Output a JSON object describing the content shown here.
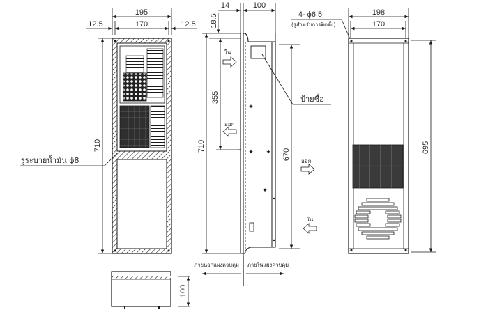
{
  "diagram": {
    "type": "technical-dimension-drawing",
    "line_color": "#1a1a1a",
    "text_color": "#2b2b2b",
    "front_view": {
      "dims": {
        "overall_width": "195",
        "inner_width": "170",
        "left_margin": "12.5",
        "right_margin": "12.5",
        "height": "710"
      },
      "drain_label": "รูระบายน้ำมัน ϕ8"
    },
    "side_view": {
      "dims": {
        "flange": "14",
        "depth": "100",
        "top_offset": "18.5",
        "upper_section": "355",
        "overall_height": "710",
        "inner_height": "670"
      },
      "nameplate_label": "ป้ายชื่อ",
      "airflow": {
        "inside_in": "ใน",
        "inside_out": "ออก",
        "outside_out": "ออก",
        "outside_in": "ใน"
      },
      "region_outside": "ภายนอกแผงควบคุม",
      "region_inside": "ภายในแผงควบคุม"
    },
    "rear_view": {
      "dims": {
        "overall_width": "198",
        "hole_pitch": "170",
        "height": "695"
      },
      "mount_hole_label": "4- ϕ6.5",
      "mount_hole_note": "(รูสำหรับการติดตั้ง)"
    },
    "bottom_view": {
      "dims": {
        "depth": "100"
      }
    }
  }
}
